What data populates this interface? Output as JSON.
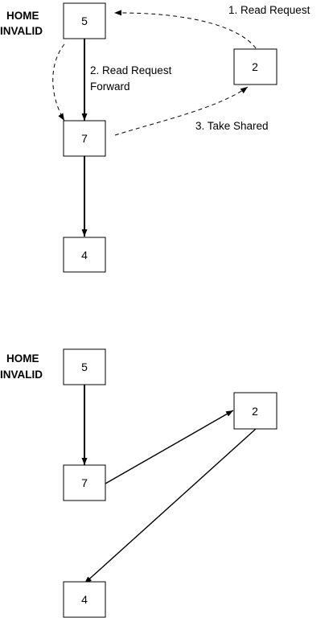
{
  "top_diagram": {
    "home_label": {
      "line1": "HOME",
      "line2": "INVALID"
    },
    "nodes": {
      "a": "5",
      "b": "2",
      "c": "7",
      "d": "4"
    },
    "messages": {
      "m1": "1. Read Request",
      "m2_line1": "2. Read Request",
      "m2_line2": "Forward",
      "m3": "3. Take Shared"
    }
  },
  "bottom_diagram": {
    "home_label": {
      "line1": "HOME",
      "line2": "INVALID"
    },
    "nodes": {
      "a": "5",
      "b": "2",
      "c": "7",
      "d": "4"
    }
  }
}
